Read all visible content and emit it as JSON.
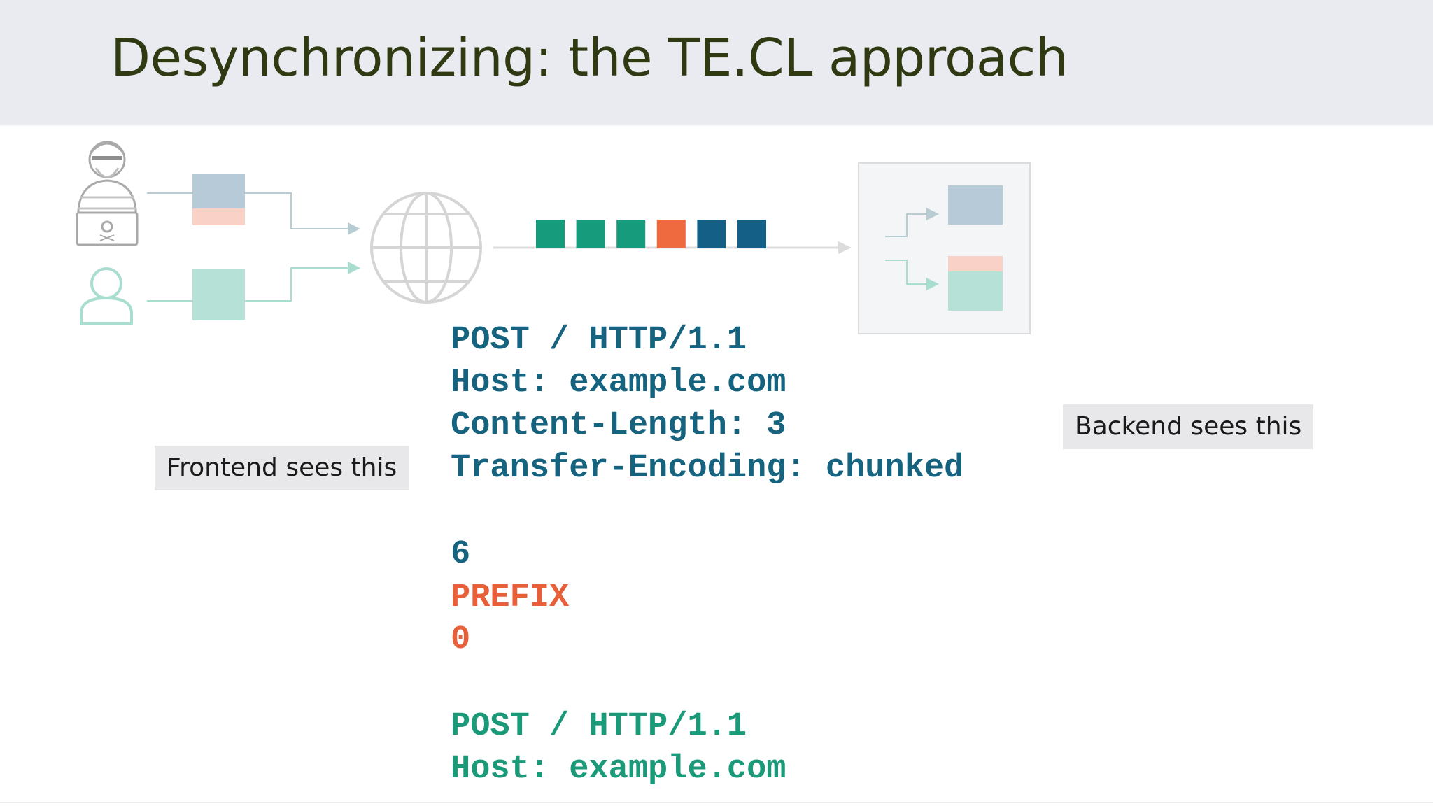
{
  "slide": {
    "title": "Desynchronizing: the TE.CL approach"
  },
  "labels": {
    "frontend": "Frontend sees this",
    "backend": "Backend sees this"
  },
  "request": {
    "headers": [
      "POST / HTTP/1.1",
      "Host: example.com",
      "Content-Length: 3",
      "Transfer-Encoding: chunked"
    ],
    "chunk_size": "6",
    "prefix": "PREFIX",
    "terminator": "0",
    "smuggled": [
      "POST / HTTP/1.1",
      "Host: example.com"
    ]
  },
  "icons": [
    "attacker-icon",
    "user-icon",
    "globe-icon"
  ],
  "stream": {
    "packet_colors": [
      "#169c7d",
      "#169c7d",
      "#169c7d",
      "#ef6a3f",
      "#135f85",
      "#135f85"
    ]
  },
  "colors": {
    "request_text": "#16637f",
    "prefix_text": "#e7603a",
    "smuggled_text": "#1a9a78",
    "attacker_block": "#b6cbd7",
    "prefix_block": "#f9d1c6",
    "victim_block": "#b5e1d7"
  }
}
